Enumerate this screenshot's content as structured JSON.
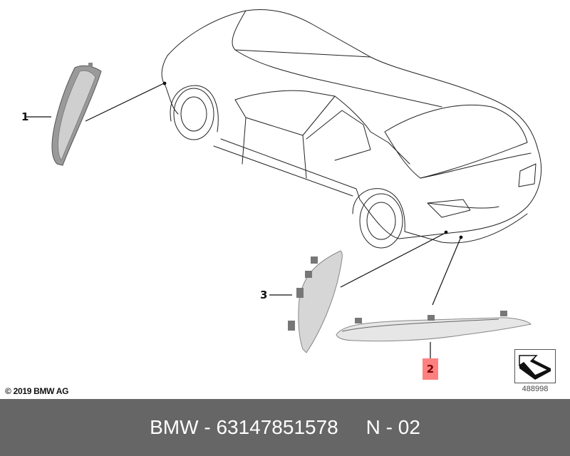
{
  "diagram": {
    "title": "BMW rear bumper reflector parts diagram",
    "callouts": [
      {
        "id": "1",
        "label": "1",
        "part": "side-reflector-front"
      },
      {
        "id": "2",
        "label": "2",
        "part": "rear-bumper-reflector-strip",
        "highlighted": true,
        "highlight_color": "#ff8080"
      },
      {
        "id": "3",
        "label": "3",
        "part": "rear-side-reflector"
      }
    ],
    "copyright": "© 2019 BMW AG",
    "reference_number": "488998",
    "reference_icon": "arrow-pointer-icon"
  },
  "footer": {
    "brand": "BMW",
    "separator": " - ",
    "part_number": "63147851578",
    "position_label": "N - 02",
    "background": "#666666",
    "text_color": "#ffffff"
  }
}
